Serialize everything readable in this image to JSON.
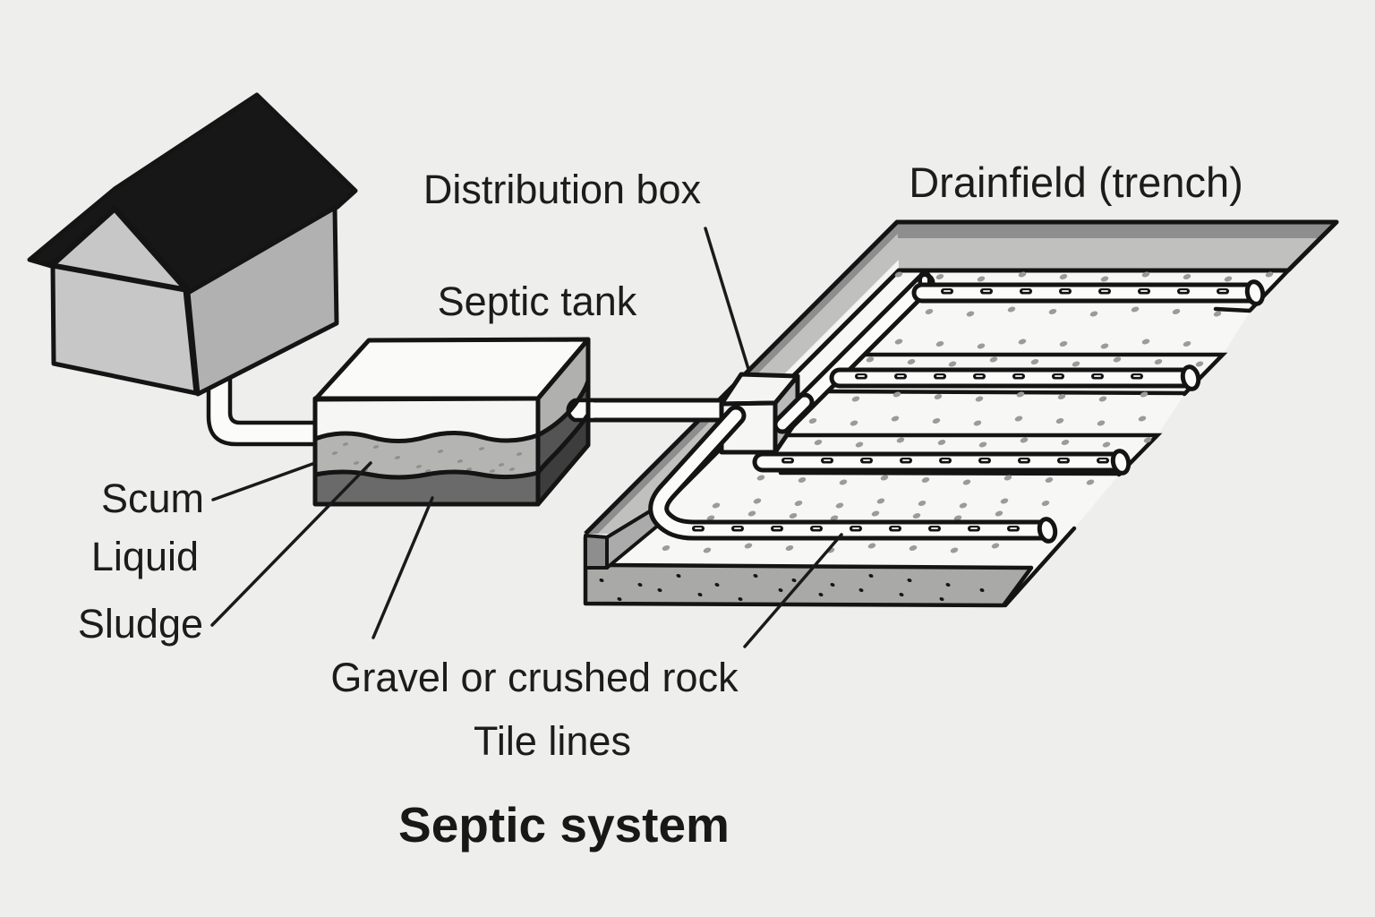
{
  "title": "Septic system",
  "labels": {
    "septic_tank": "Septic tank",
    "distribution_box": "Distribution box",
    "drainfield": "Drainfield (trench)",
    "scum": "Scum",
    "liquid": "Liquid",
    "sludge": "Sludge",
    "gravel": "Gravel or crushed rock",
    "tile_lines": "Tile lines"
  },
  "colors": {
    "background": "#eeeeec",
    "ink": "#141414",
    "roof": "#171717",
    "wall_front": "#c7c7c7",
    "wall_side": "#b1b1b1",
    "tank_top": "#fafaf8",
    "tank_white": "#f6f6f4",
    "scum_layer": "#b4b4b2",
    "sludge_layer": "#6a6a6a",
    "tank_side_upper": "#b0b0ae",
    "tank_side_mid": "#545454",
    "tank_side_dark": "#3d3d3d",
    "bank_dark": "#8e8e8e",
    "bank_light": "#c0c0be",
    "bank_rim": "#f5f5f3",
    "gravel_band": "#a9a9a7",
    "floor": "#f7f7f5",
    "pipe_fill": "#fbfbfa",
    "floor_dot": "#9b9b99",
    "speck": "#8f8f8d"
  }
}
